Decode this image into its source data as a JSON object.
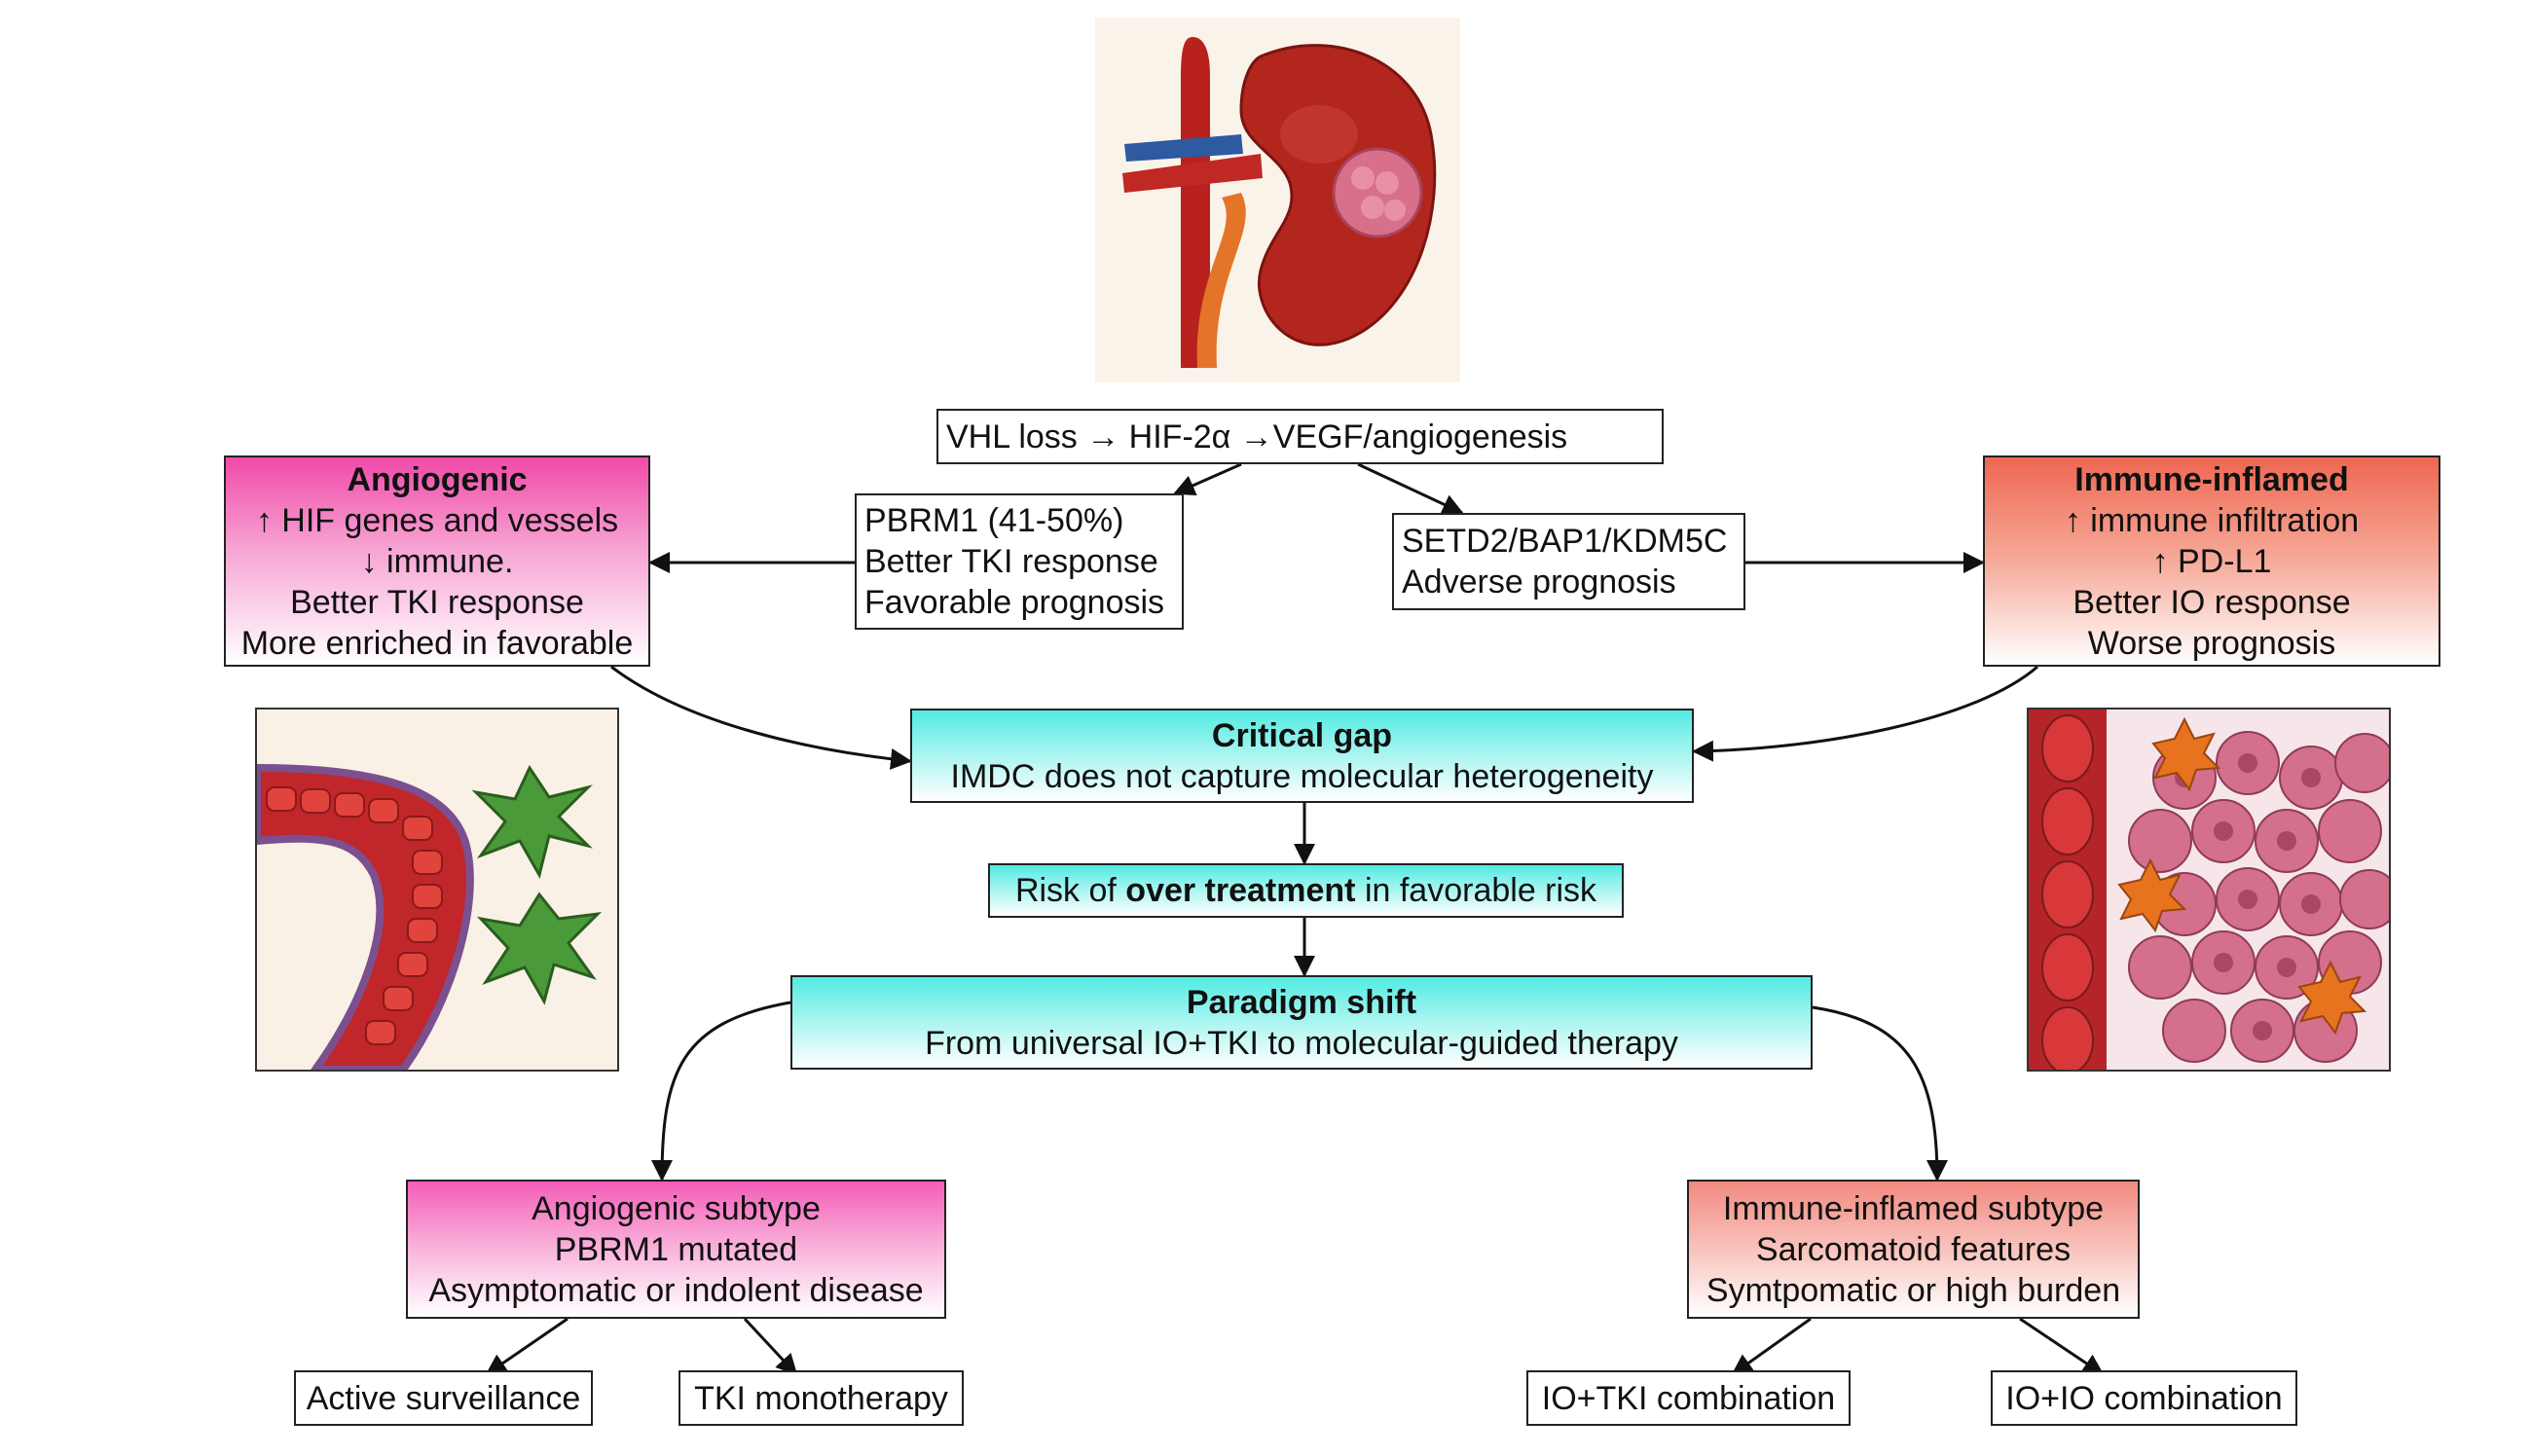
{
  "top": {
    "vhl": "VHL loss → HIF-2α →VEGF/angiogenesis"
  },
  "pbrm1": {
    "lines": [
      "PBRM1 (41-50%)",
      "Better TKI response",
      "Favorable prognosis"
    ]
  },
  "setd2": {
    "lines": [
      "SETD2/BAP1/KDM5C",
      "Adverse prognosis"
    ]
  },
  "angiogenic": {
    "title": "Angiogenic",
    "lines": [
      "↑ HIF genes and vessels",
      "↓ immune.",
      "Better TKI response",
      "More enriched in favorable"
    ]
  },
  "immune": {
    "title": "Immune-inflamed",
    "lines": [
      "↑ immune infiltration",
      "↑ PD-L1",
      "Better IO response",
      "Worse prognosis"
    ]
  },
  "gap": {
    "title": "Critical gap",
    "text": "IMDC does not capture molecular heterogeneity"
  },
  "risk": {
    "prefix": "Risk of ",
    "bold": "over treatment",
    "suffix": " in favorable risk"
  },
  "paradigm": {
    "title": "Paradigm shift",
    "text": "From universal IO+TKI to molecular-guided therapy"
  },
  "angio_subtype": {
    "lines": [
      "Angiogenic subtype",
      "PBRM1 mutated",
      "Asymptomatic or indolent disease"
    ]
  },
  "immune_subtype": {
    "lines": [
      "Immune-inflamed subtype",
      "Sarcomatoid features",
      "Symtpomatic or high burden"
    ]
  },
  "leaves": {
    "active": "Active surveillance",
    "tki": "TKI monotherapy",
    "iotki": "IO+TKI combination",
    "ioio": "IO+IO combination"
  },
  "colors": {
    "angiogenic": "#f04aa8",
    "immune": "#ee6752",
    "gap": "#52ebe2",
    "kidney": "#b3261e",
    "tumor": "#d9708a",
    "vessel": "#c0262a",
    "dendritic_cell": "#4a9a3a",
    "immune_cell": "#e8731e"
  },
  "icons": {
    "kidney": "kidney-with-tumor-illustration",
    "vessel": "blood-vessel-with-dendritic-cells-illustration",
    "tumor": "tumor-cells-with-immune-cells-illustration"
  }
}
